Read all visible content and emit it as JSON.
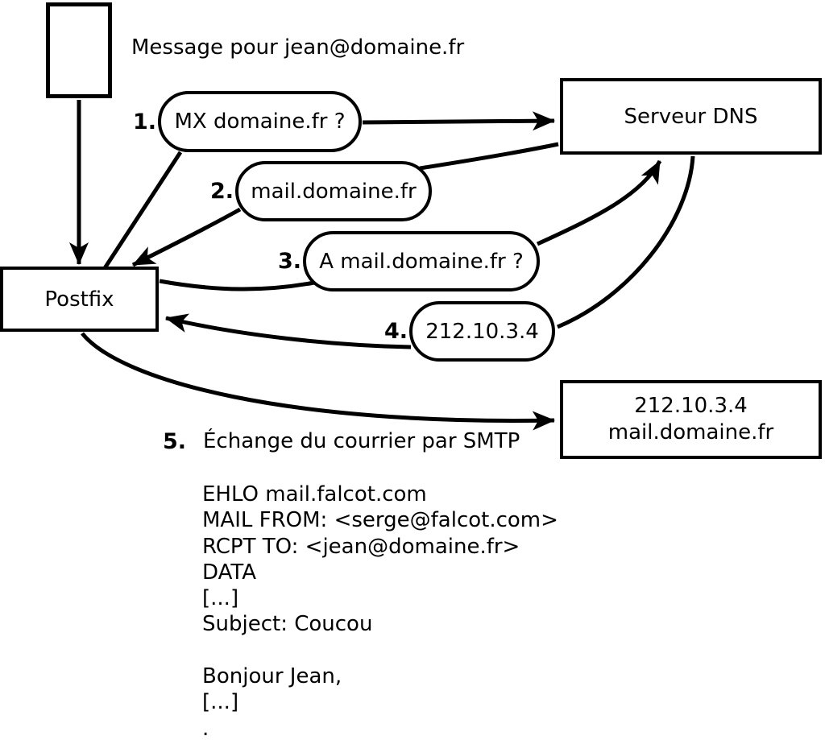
{
  "message_label": "Message pour jean@domaine.fr",
  "nodes": {
    "postfix": "Postfix",
    "dns": "Serveur DNS",
    "mailserver_ip": "212.10.3.4",
    "mailserver_host": "mail.domaine.fr"
  },
  "steps": [
    {
      "num": "1.",
      "label": "MX domaine.fr ?"
    },
    {
      "num": "2.",
      "label": "mail.domaine.fr"
    },
    {
      "num": "3.",
      "label": "A mail.domaine.fr ?"
    },
    {
      "num": "4.",
      "label": "212.10.3.4"
    },
    {
      "num": "5.",
      "label": "Échange du courrier par SMTP"
    }
  ],
  "smtp": {
    "lines": [
      "EHLO mail.falcot.com",
      "MAIL FROM: <serge@falcot.com>",
      "RCPT TO: <jean@domaine.fr>",
      "DATA",
      "[...]",
      "Subject: Coucou",
      "",
      "Bonjour Jean,",
      "[...]",
      "."
    ]
  },
  "colors": {
    "ink": "#000000",
    "paper": "#ffffff"
  }
}
